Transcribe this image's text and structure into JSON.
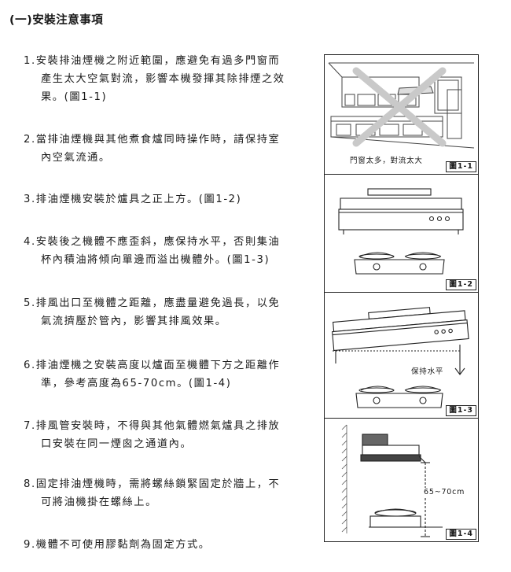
{
  "section_title": "(一)安裝注意事項",
  "items": [
    {
      "lines": [
        "1.安裝排油煙機之附近範圍，應避免有過多門窗而",
        "產生太大空氣對流，影響本機發揮其除排煙之效",
        "果。(圖1-1)"
      ]
    },
    {
      "lines": [
        "2.當排油煙機與其他煮食爐同時操作時，請保持室",
        "內空氣流通。"
      ]
    },
    {
      "lines": [
        "3.排油煙機安裝於爐具之正上方。(圖1-2)"
      ]
    },
    {
      "lines": [
        "4.安裝後之機體不應歪斜，應保持水平，否則集油",
        "杯內積油將傾向單邊而溢出機體外。(圖1-3)"
      ]
    },
    {
      "lines": [
        "5.排風出口至機體之距離，應盡量避免過長，以免",
        "氣流擠壓於管內，影響其排風效果。"
      ]
    },
    {
      "lines": [
        "6.排油煙機之安裝高度以爐面至機體下方之距離作",
        "準，參考高度為65-70cm。(圖1-4)"
      ]
    },
    {
      "lines": [
        "7.排風管安裝時，不得與其他氣體燃氣爐具之排放",
        "口安裝在同一煙囪之通道內。"
      ]
    },
    {
      "lines": [
        "8.固定排油煙機時，需將螺絲鎖緊固定於牆上，不",
        "可將油機掛在螺絲上。"
      ]
    },
    {
      "lines": [
        "9.機體不可使用膠黏劑為固定方式。"
      ]
    }
  ],
  "figures": [
    {
      "label": "圖1-1",
      "caption": "門窗太多，對流太大"
    },
    {
      "label": "圖1-2",
      "caption": ""
    },
    {
      "label": "圖1-3",
      "caption": "保持水平"
    },
    {
      "label": "圖1-4",
      "caption": "65~70cm"
    }
  ]
}
